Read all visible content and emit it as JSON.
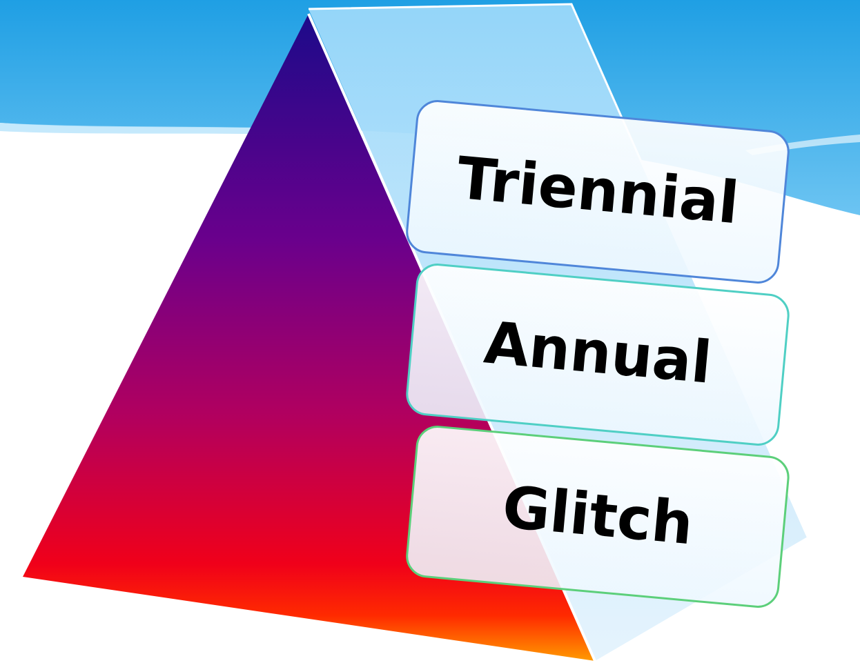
{
  "diagram": {
    "type": "pyramid",
    "tiers": [
      {
        "label": "Triennial",
        "border_color": "#4f86d9"
      },
      {
        "label": "Annual",
        "border_color": "#4fcfc4"
      },
      {
        "label": "Glitch",
        "border_color": "#5ccf7a"
      }
    ]
  },
  "colors": {
    "sky_top": "#2aa5e6",
    "sky_bottom": "#8fd3f8",
    "pyramid_top": "#1c0a8a",
    "pyramid_mid": "#b1005f",
    "pyramid_low": "#ff0000",
    "pyramid_base": "#ff8c00",
    "side_face": "#cfe9fb"
  }
}
